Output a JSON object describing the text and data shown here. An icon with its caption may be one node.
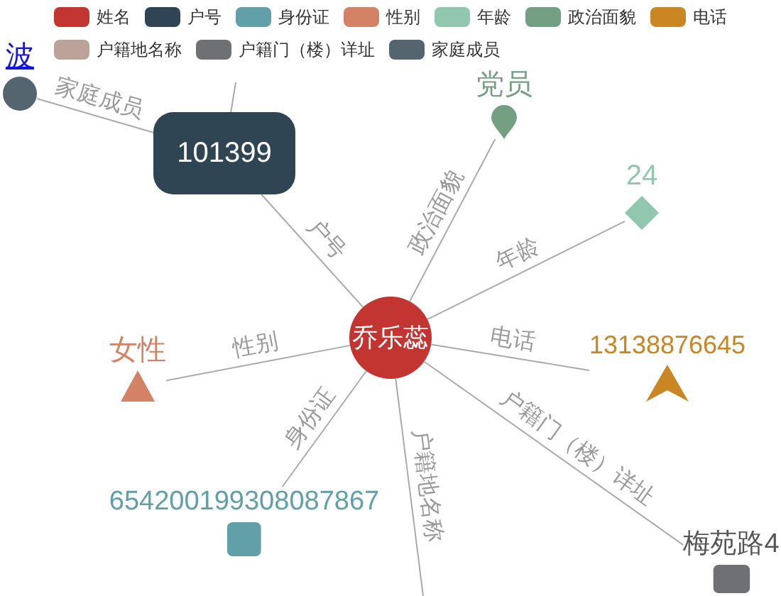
{
  "diagram": {
    "nodes": [
      {
        "text": [
          "波"
        ]
      },
      {
        "text": [
          "党员"
        ]
      },
      {
        "text": [
          "101399"
        ]
      },
      {
        "text": [
          "24"
        ]
      },
      {
        "text": [
          "乔乐蕊"
        ]
      },
      {
        "text": [
          "女性"
        ]
      },
      {
        "text": [
          "13138876645"
        ]
      },
      {
        "text": [
          "654200199308087867"
        ]
      },
      {
        "text": [
          "梅苑路4"
        ]
      }
    ],
    "edges": [
      {
        "from": 0,
        "to": 2,
        "arrow": "none",
        "label": "家庭成员"
      },
      {
        "from": 2,
        "to": null,
        "arrow": "none"
      },
      {
        "from": 4,
        "to": 2,
        "arrow": "none",
        "label": "户号"
      },
      {
        "from": 4,
        "to": 1,
        "arrow": "none",
        "label": "政治面貌"
      },
      {
        "from": 4,
        "to": 3,
        "arrow": "none",
        "label": "年龄"
      },
      {
        "from": 4,
        "to": 5,
        "arrow": "none",
        "label": "性别"
      },
      {
        "from": 4,
        "to": 6,
        "arrow": "none",
        "label": "电话"
      },
      {
        "from": 4,
        "to": 8,
        "arrow": "none",
        "label": "户籍门（楼）详址"
      },
      {
        "from": 4,
        "to": null,
        "arrow": "none",
        "label": "户籍地名称"
      },
      {
        "from": 4,
        "to": 7,
        "arrow": "none",
        "label": "身份证"
      }
    ],
    "legend": [
      {
        "text": "姓名",
        "color": "#c23531"
      },
      {
        "text": "户号",
        "color": "#2f4554"
      },
      {
        "text": "身份证",
        "color": "#61a0a8"
      },
      {
        "text": "性别",
        "color": "#d48265"
      },
      {
        "text": "年龄",
        "color": "#91c7ae"
      },
      {
        "text": "政治面貌",
        "color": "#749f83"
      },
      {
        "text": "电话",
        "color": "#ca8622"
      },
      {
        "text": "户籍地名称",
        "color": "#bda29a"
      },
      {
        "text": "户籍门（楼）详址",
        "color": "#6e7074"
      },
      {
        "text": "家庭成员",
        "color": "#546570"
      }
    ]
  }
}
